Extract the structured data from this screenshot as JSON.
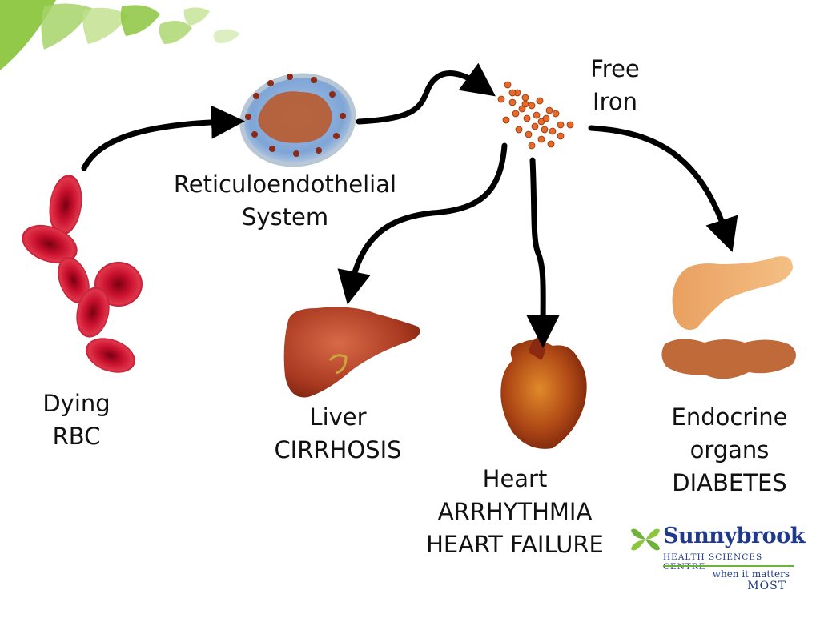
{
  "nodes": {
    "rbc": [
      "Dying",
      "RBC"
    ],
    "res": [
      "Reticuloendothelial",
      "System"
    ],
    "iron": [
      "Free",
      "Iron"
    ],
    "liver": [
      "Liver",
      "CIRRHOSIS"
    ],
    "heart": [
      "Heart",
      "ARRHYTHMIA",
      "HEART FAILURE"
    ],
    "endocrine": [
      "Endocrine",
      "organs",
      "DIABETES"
    ]
  },
  "edges": [
    {
      "from": "rbc",
      "to": "res"
    },
    {
      "from": "res",
      "to": "iron"
    },
    {
      "from": "iron",
      "to": "liver"
    },
    {
      "from": "iron",
      "to": "heart"
    },
    {
      "from": "iron",
      "to": "endocrine"
    }
  ],
  "logo": {
    "brand": "Sunnybrook",
    "subtitle": "HEALTH SCIENCES CENTRE",
    "tagline_1": "when it matters",
    "tagline_2": "MOST"
  },
  "colors": {
    "arrow": "#000000",
    "leaf": "#8cc63f",
    "rbc": "#c8102e",
    "iron": "#e8692a",
    "brand": "#1f3a8a"
  }
}
